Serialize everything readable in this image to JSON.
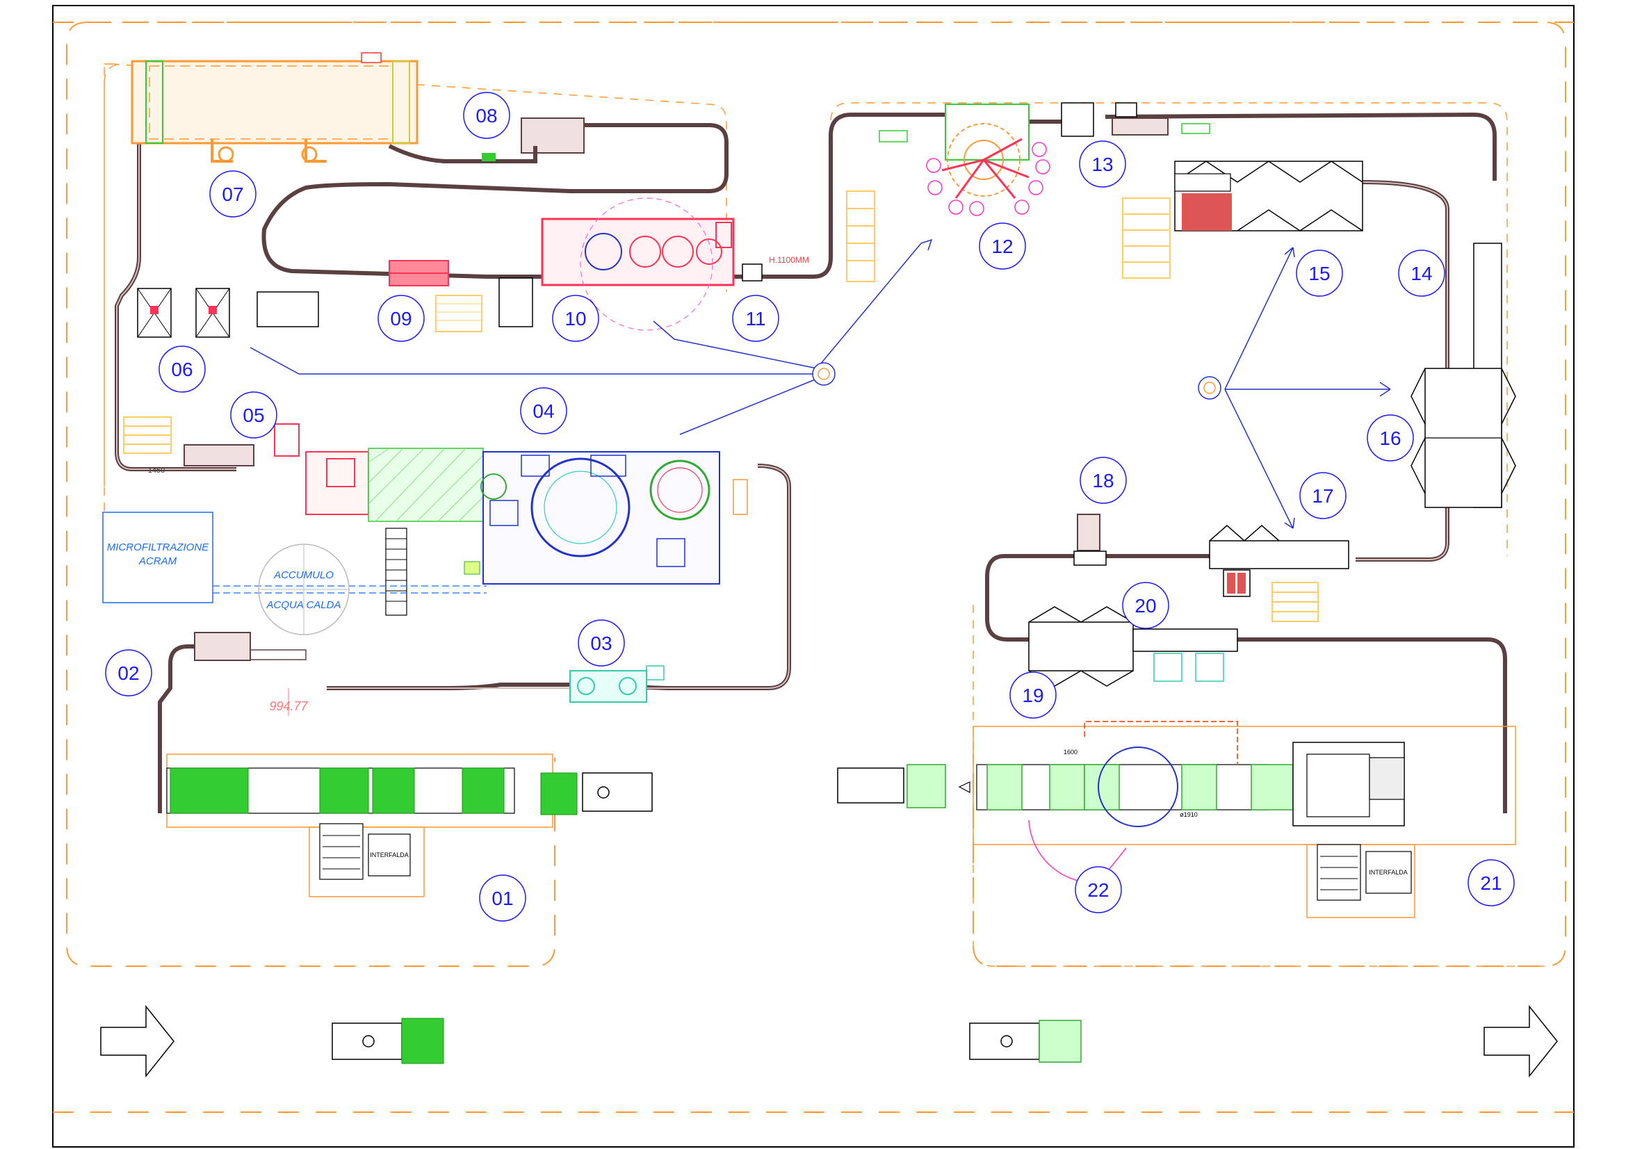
{
  "stations": [
    {
      "id": "01",
      "label": "01"
    },
    {
      "id": "02",
      "label": "02"
    },
    {
      "id": "03",
      "label": "03"
    },
    {
      "id": "04",
      "label": "04"
    },
    {
      "id": "05",
      "label": "05"
    },
    {
      "id": "06",
      "label": "06"
    },
    {
      "id": "07",
      "label": "07"
    },
    {
      "id": "08",
      "label": "08"
    },
    {
      "id": "09",
      "label": "09"
    },
    {
      "id": "10",
      "label": "10"
    },
    {
      "id": "11",
      "label": "11"
    },
    {
      "id": "12",
      "label": "12"
    },
    {
      "id": "13",
      "label": "13"
    },
    {
      "id": "14",
      "label": "14"
    },
    {
      "id": "15",
      "label": "15"
    },
    {
      "id": "16",
      "label": "16"
    },
    {
      "id": "17",
      "label": "17"
    },
    {
      "id": "18",
      "label": "18"
    },
    {
      "id": "19",
      "label": "19"
    },
    {
      "id": "20",
      "label": "20"
    },
    {
      "id": "21",
      "label": "21"
    },
    {
      "id": "22",
      "label": "22"
    }
  ],
  "labels": {
    "microfiltrazione_line1": "MICROFILTRAZIONE",
    "microfiltrazione_line2": "ACRAM",
    "accumulo": "ACCUMULO",
    "acqua_calda": "ACQUA  CALDA",
    "interfalda_left": "INTERFALDA",
    "interfalda_right": "INTERFALDA",
    "dim_1450": "1450",
    "dim_994": "994.77",
    "height_note": "H.1100MM",
    "dim_1600": "1600",
    "dim_1910": "ø1910"
  },
  "colors": {
    "border": "#000000",
    "boundary_dash": "#ff9933",
    "conveyor": "#5a4040",
    "station_circle": "#1a1aff",
    "palette_green": "#33cc33",
    "machine_red": "#ff3355",
    "machine_blue": "#2233cc",
    "machine_teal": "#33ccaa",
    "storage_yellow": "#ffcc66"
  }
}
